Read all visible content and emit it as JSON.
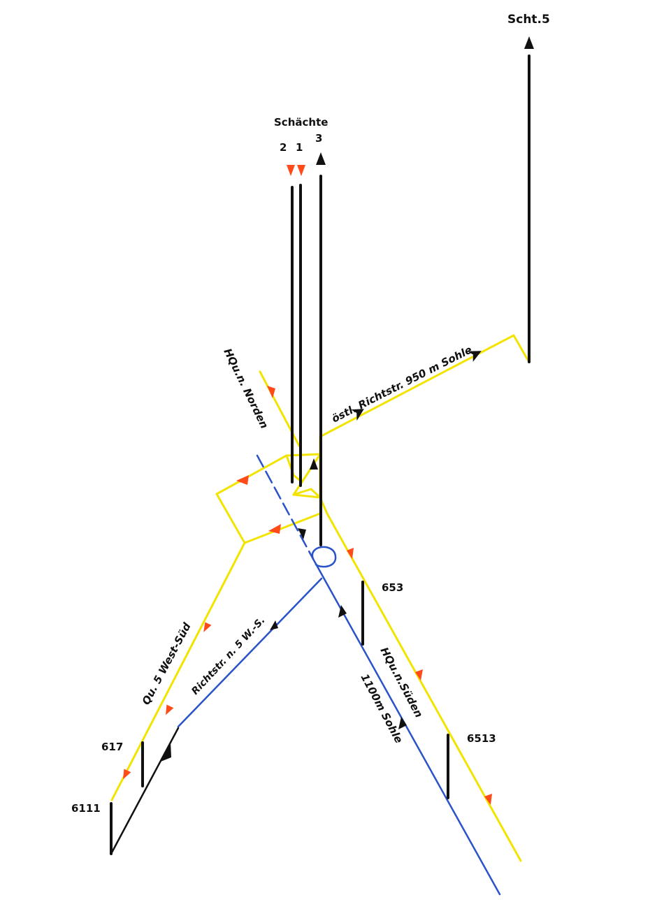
{
  "labels": {
    "shaft5": "Scht.5",
    "shafts": "Schächte",
    "shaft_no_2": "2",
    "shaft_no_1": "1",
    "shaft_no_3": "3",
    "north_crosscut": "HQu.n. Norden",
    "east_heading": "östl. Richtstr. 950 m Sohle",
    "west_south": "Qu. 5 West-Süd",
    "heading_sw": "Richtstr. n. 5 W.-S.",
    "south_crosscut": "HQu.n.Süden",
    "level_1100": "1100m Sohle",
    "point_653": "653",
    "point_6513": "6513",
    "point_617": "617",
    "point_6111": "6111"
  },
  "colors": {
    "intake_airway": "#f2e400",
    "return_airway": "#2a52c9",
    "shaft_and_raise": "#111111",
    "intake_arrow": "#ff4a1a",
    "flow_arrow": "#111111"
  }
}
